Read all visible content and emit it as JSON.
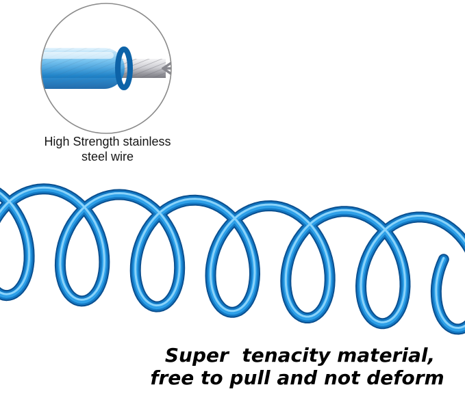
{
  "inset": {
    "caption_line1": "High Strength stainless",
    "caption_line2": "steel wire"
  },
  "tagline": {
    "line1": "Super  tenacity material,",
    "line2": "free to pull and not deform"
  },
  "colors": {
    "background": "#ffffff",
    "text": "#161616",
    "coil_edge": "#0a4f8f",
    "coil_dark": "#1479c4",
    "coil_mid": "#2ea0e8",
    "coil_light": "#9adcfd",
    "sheath_blue": "#1583cf",
    "steel_light": "#f2f2f4",
    "steel_dark": "#8f8f96",
    "lens_ring": "#8a8a8a"
  }
}
